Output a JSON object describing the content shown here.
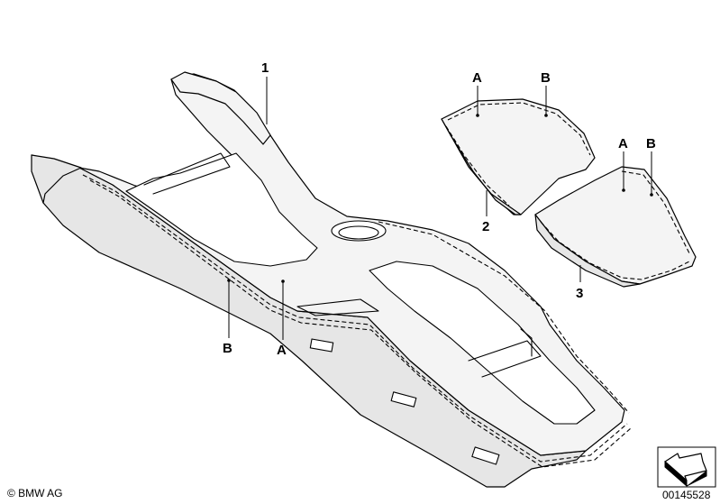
{
  "diagram": {
    "callouts": {
      "part_1": "1",
      "part_2": "2",
      "part_3": "3",
      "a_console": "A",
      "b_console": "B",
      "a_lid2": "A",
      "b_lid2": "B",
      "a_lid3": "A",
      "b_lid3": "B"
    },
    "copyright": "© BMW AG",
    "diagram_number": "00145528"
  }
}
